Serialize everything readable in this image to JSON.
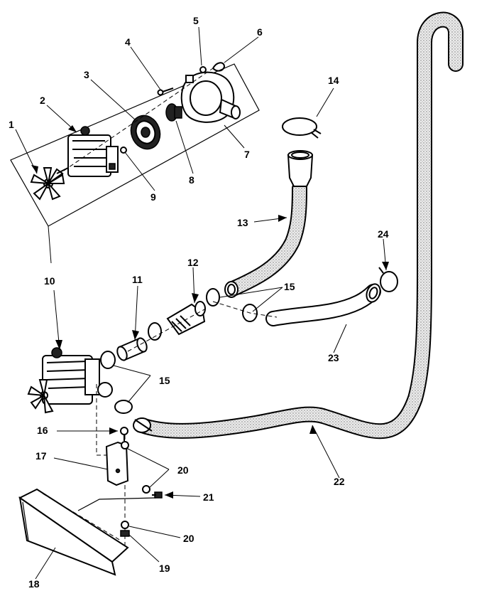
{
  "callouts": [
    "1",
    "2",
    "3",
    "4",
    "5",
    "6",
    "7",
    "8",
    "9",
    "10",
    "11",
    "12",
    "13",
    "14",
    "15",
    "16",
    "17",
    "18",
    "19",
    "20",
    "21",
    "22",
    "23",
    "24"
  ],
  "colors": {
    "ink": "#000000",
    "paper": "#ffffff",
    "hose_fill": "#e9e9e9",
    "hose_stipple": "#7a7a7a"
  },
  "icons": [
    "fan-blade-icon",
    "motor-icon",
    "impeller-disc-icon",
    "screw-icon",
    "washer-icon",
    "clip-icon",
    "pump-housing-icon",
    "seal-icon",
    "hose-clamp-icon",
    "coupling-icon",
    "bracket-icon",
    "base-rail-icon",
    "nut-icon"
  ]
}
